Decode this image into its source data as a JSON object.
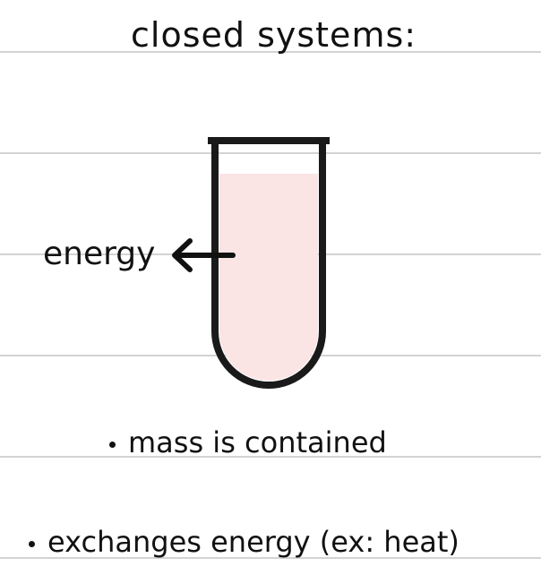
{
  "title": "closed systems:",
  "diagram": {
    "arrow_label": "energy",
    "fill_color": "#fbe4e4",
    "outline_color": "#1a1a1a"
  },
  "notes": [
    "mass is contained",
    "exchanges energy (ex: heat)"
  ],
  "colors": {
    "ruled_line": "#d3d3d3",
    "ink": "#111111"
  }
}
